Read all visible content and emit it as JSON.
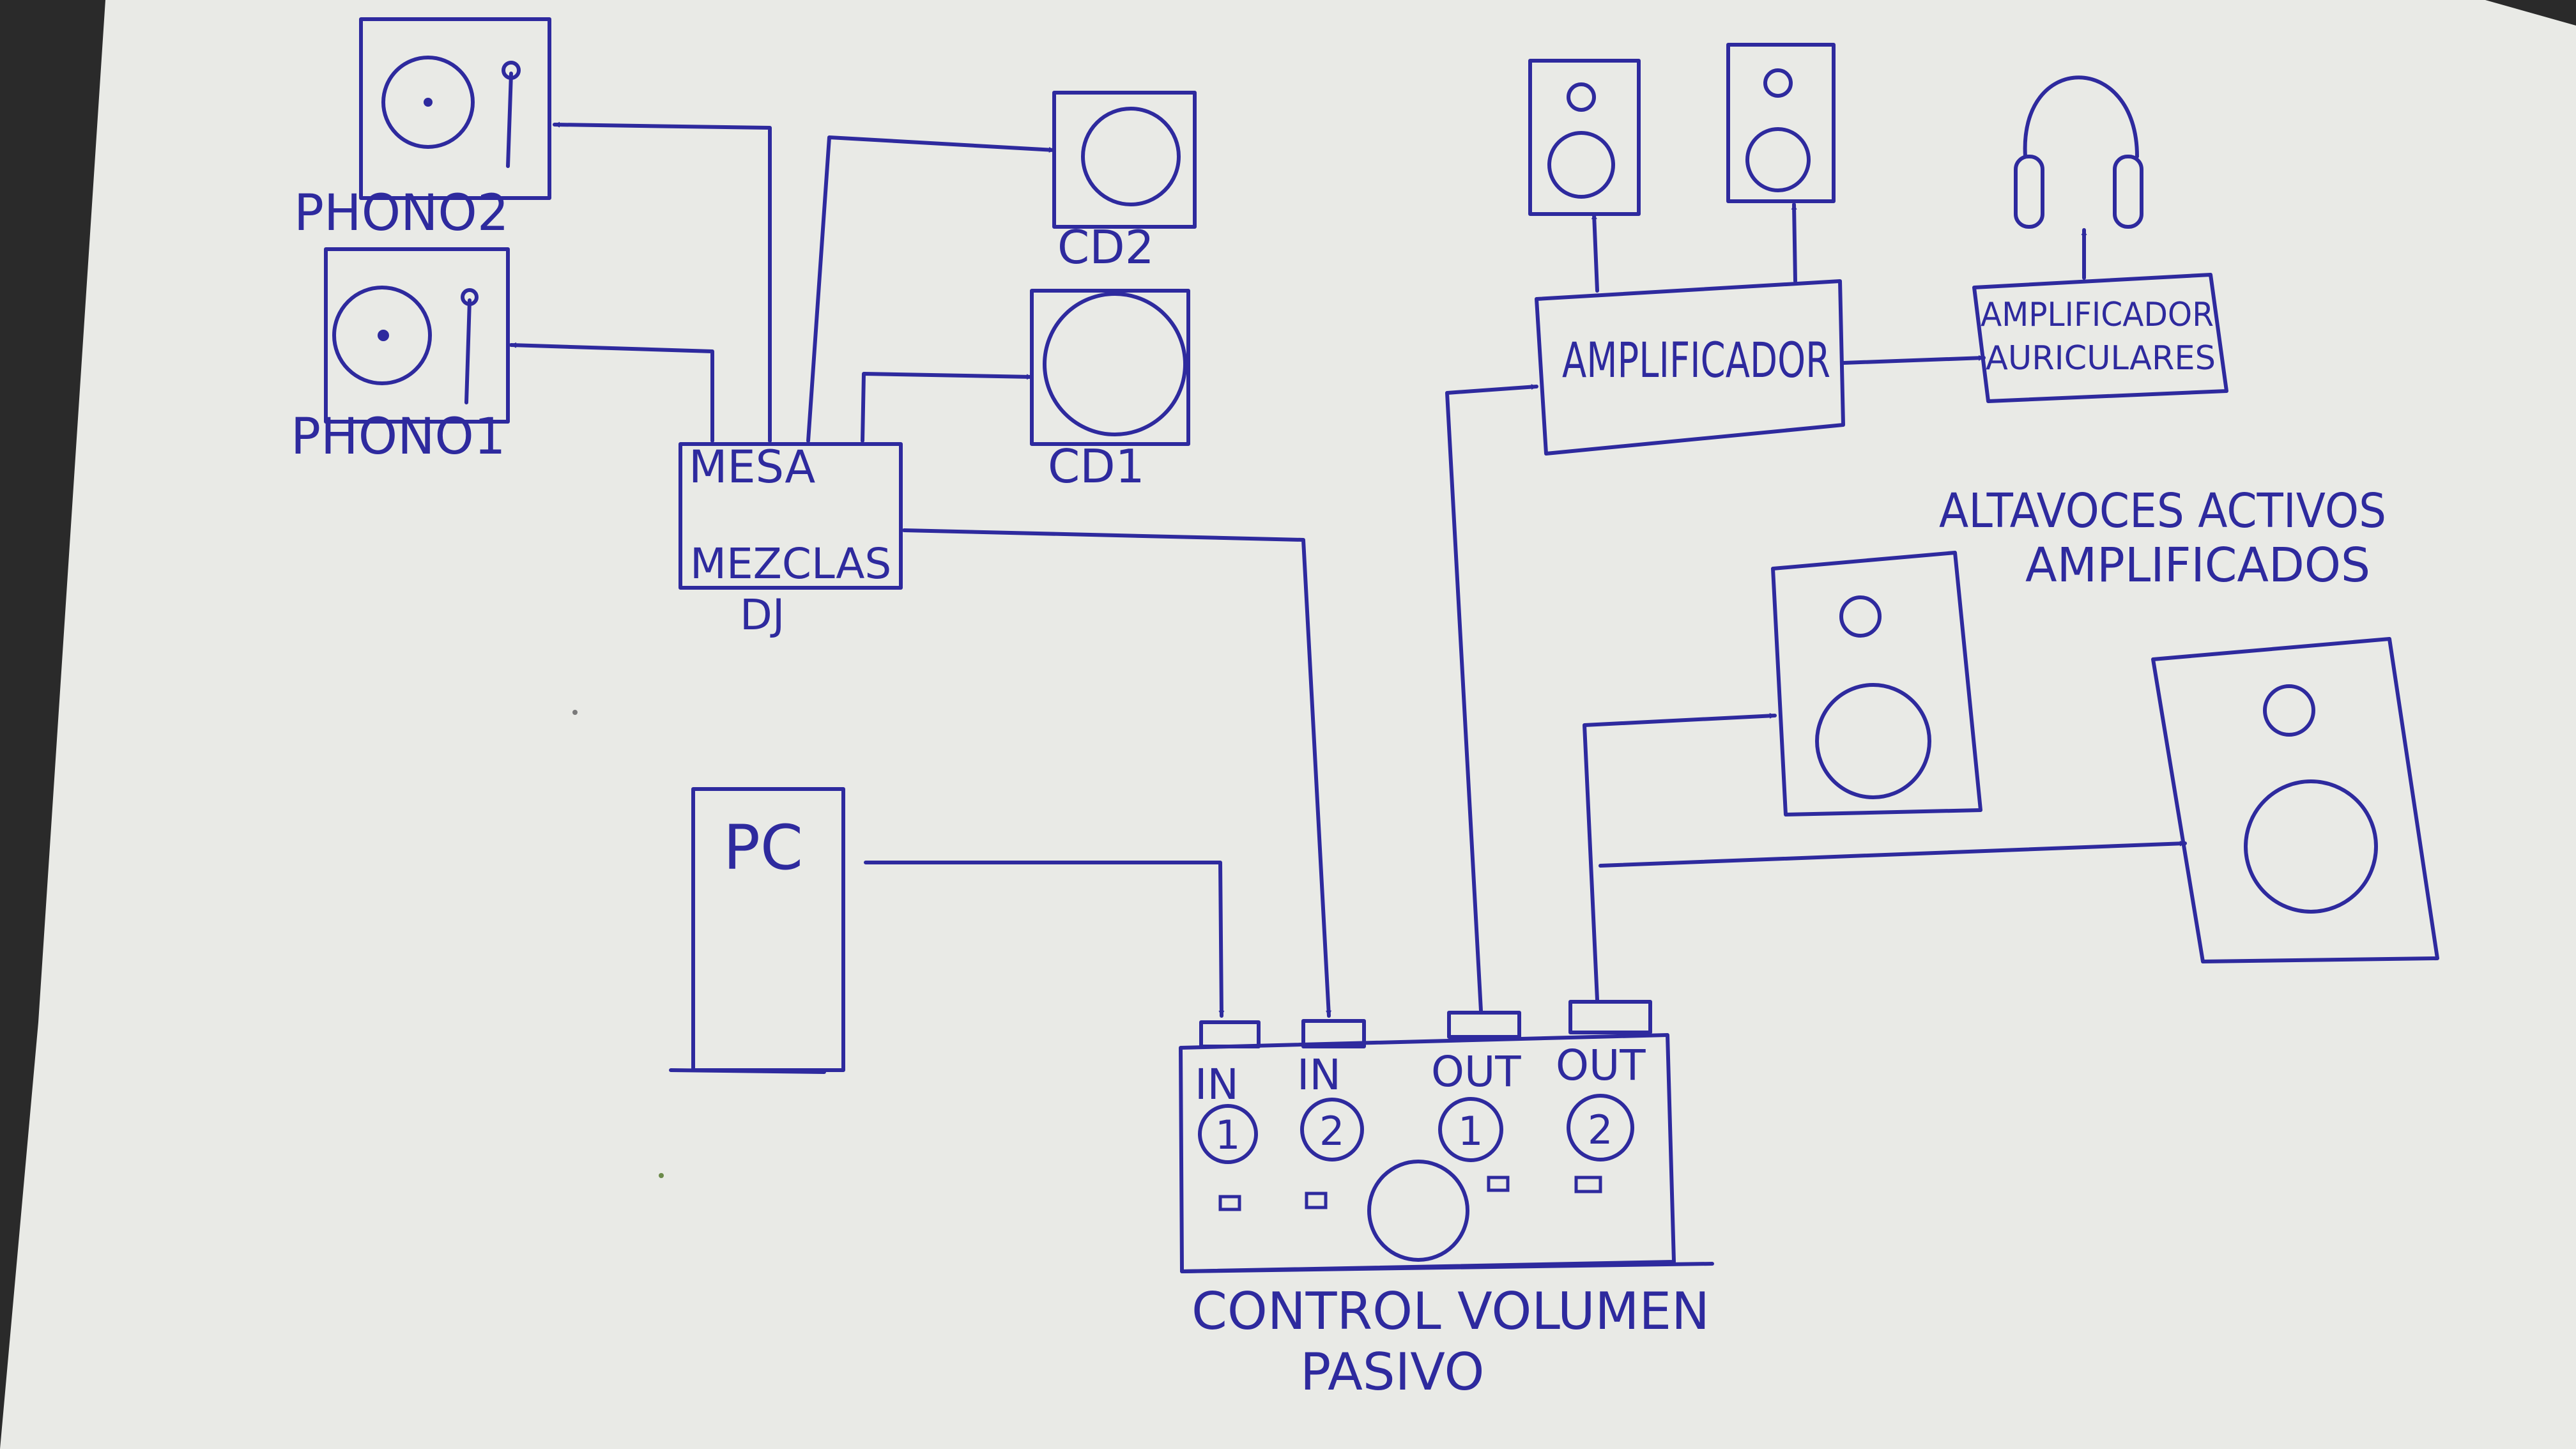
{
  "labels": {
    "phono2": "PHONO2",
    "phono1": "PHONO1",
    "cd2": "CD2",
    "cd1": "CD1",
    "mesa_line1": "MESA",
    "mesa_line2": "MEZCLAS",
    "mesa_line3": "DJ",
    "pc": "PC",
    "amplificador": "AMPLIFICADOR",
    "amp_auric_line1": "AMPLIFICADOR",
    "amp_auric_line2": "AURICULARES",
    "altavoces_line1": "ALTAVOCES ACTIVOS",
    "altavoces_line2": "AMPLIFICADOS",
    "in": "IN",
    "out": "OUT",
    "num1": "1",
    "num2": "2",
    "control_line1": "CONTROL VOLUMEN",
    "control_line2": "PASIVO"
  },
  "colors": {
    "ink": "#2e2a9e",
    "paper": "#e9eae6"
  }
}
